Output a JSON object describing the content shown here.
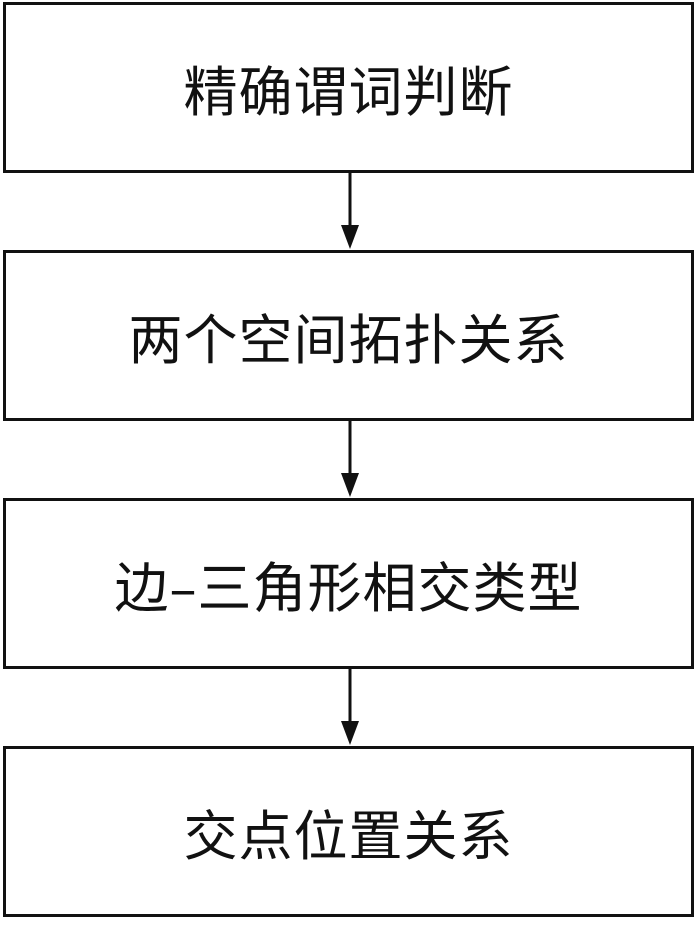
{
  "steps": [
    {
      "label": "精确谓词判断"
    },
    {
      "label": "两个空间拓扑关系"
    },
    {
      "label": "边–三角形相交类型"
    },
    {
      "label": "交点位置关系"
    }
  ]
}
